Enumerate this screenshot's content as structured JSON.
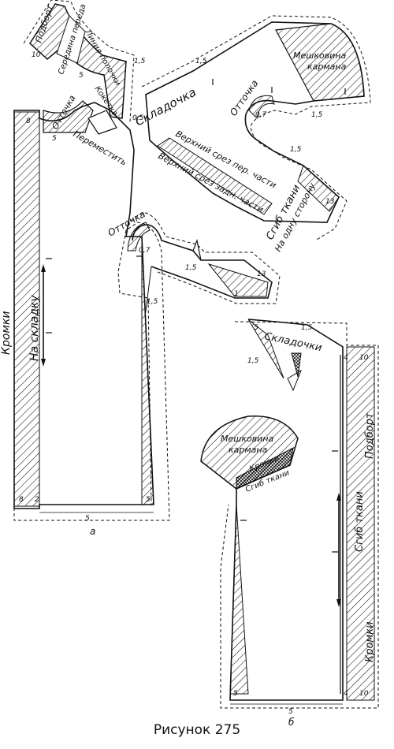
{
  "figure_caption": "Рисунок 275",
  "panel_a": {
    "label": "а",
    "bodice": {
      "edge_left": "Кромки",
      "on_fold": "На складку",
      "num_top": "8",
      "num_bl": "8",
      "num_bl2": "2",
      "num_br": "5",
      "num_bottom": "5"
    },
    "facing": {
      "title": "Подборт",
      "center_front": "Середина переда",
      "yoke_line": "Линия полочки",
      "num_10": "10",
      "num_5": "5",
      "num_15": "1,5"
    },
    "yoke": {
      "label": "Кокетка",
      "dart": "Отточка",
      "move": "Переместить",
      "num_5": "5"
    },
    "sleeve_top": {
      "pleat": "Складочка",
      "pocket_bag": "Мешковина кармана",
      "dart": "Отточка",
      "upper_front": "Верхний срез пер. части",
      "upper_back": "Верхний срез задн. части",
      "grain_fold": "Сгиб ткани",
      "on_one_side": "На одну сторону",
      "num_15a": "1,5",
      "num_15b": "1,5",
      "num_15c": "1,5",
      "num_07": "0,7",
      "num_13": "13",
      "num_1": "1",
      "num_05": "0,5"
    },
    "sleeve_mid": {
      "dart": "Отточка",
      "num_07": "0,7",
      "num_15": "1,5",
      "num_15b": "1,5",
      "num_13": "13",
      "num_1": "1",
      "num_5": "5"
    }
  },
  "panel_b": {
    "label": "б",
    "pleat": "Складочки",
    "pocket_bag": "Мешковина кармана",
    "edges": "Кромки",
    "grain_fold": "Сгиб ткани",
    "facing": "Подборт",
    "edges_bottom": "Кромки",
    "grain_fold_right": "Сгиб ткани",
    "num_5": "5",
    "num_15a": "1,5",
    "num_15b": "1,5",
    "num_4": "4",
    "num_10": "10",
    "num_4b": "4",
    "num_10b": "10",
    "num_5b": "5",
    "num_bottom": "5"
  }
}
